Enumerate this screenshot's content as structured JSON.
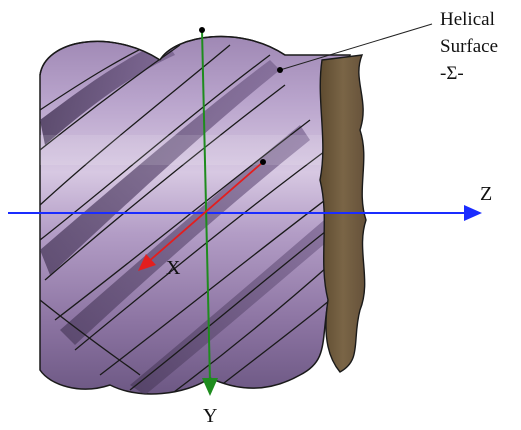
{
  "annotation": {
    "line1": "Helical",
    "line2": "Surface",
    "line3": "-Σ-"
  },
  "axes": {
    "x_label": "X",
    "y_label": "Y",
    "z_label": "Z"
  },
  "colors": {
    "body_light": "#c8b4d6",
    "body_mid": "#9c84b0",
    "body_dark": "#5e4a72",
    "end_face": "#6f5b3e",
    "outline": "#1a1a1a",
    "axis_x": "#e41e1e",
    "axis_y": "#1e8c1e",
    "axis_z": "#1a2cff"
  }
}
